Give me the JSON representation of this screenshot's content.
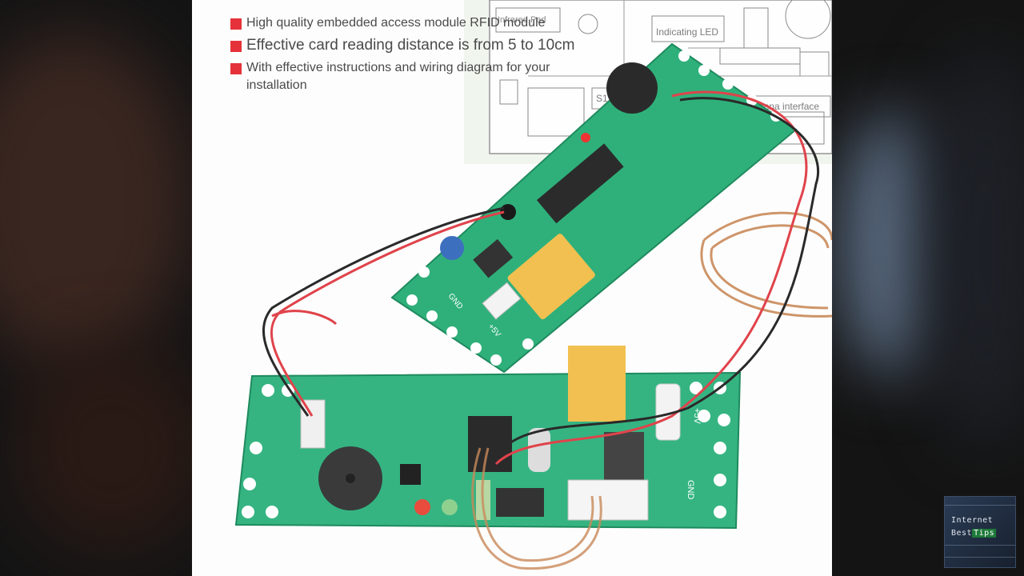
{
  "panel": {
    "bullets": [
      {
        "text": "High quality embedded access module RFID module"
      },
      {
        "text": "Effective card reading distance is from 5 to 10cm"
      },
      {
        "text": "With effective instructions and wiring diagram for your",
        "text2": "installation"
      }
    ],
    "diagram_labels": {
      "indicating_led": "Indicating LED",
      "relay_output": "S1 Relay Output",
      "antenna_interface": "Antenna interface",
      "infrared_pad": "Infrared Pad"
    },
    "board_labels": {
      "gnd_top": "GND",
      "v_top": "+5V",
      "gnd_bottom": "GND",
      "v_bottom": "+5V"
    }
  },
  "watermark": {
    "line1": "Internet",
    "line2_a": "Best",
    "line2_b": "Tips"
  },
  "colors": {
    "pcb_green": "#2fb07a",
    "relay_yellow": "#f2c050",
    "coil_copper": "#c98a5a",
    "bullet_red": "#e5323a"
  }
}
